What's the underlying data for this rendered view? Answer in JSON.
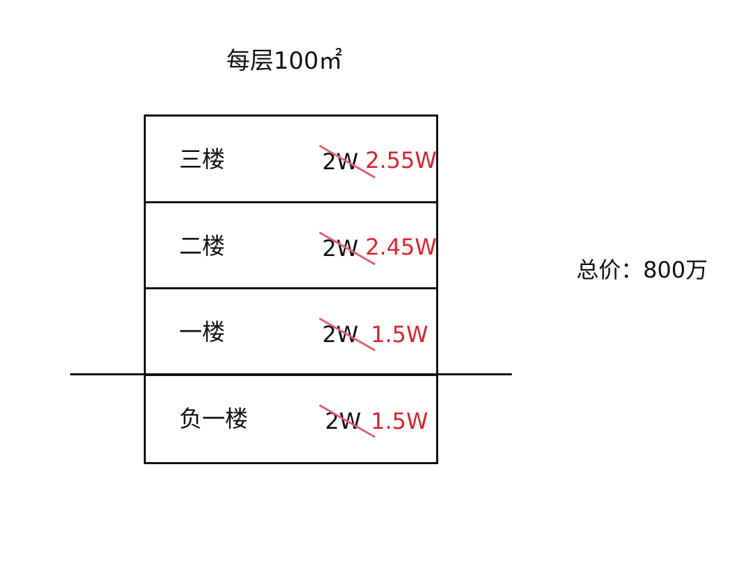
{
  "title": "每层100㎡",
  "total_label": "总价：800万",
  "accent_color": "#d9232e",
  "strike_color": "#e06070",
  "floors": [
    {
      "name": "三楼",
      "old_price": "2W",
      "new_price": "2.55W"
    },
    {
      "name": "二楼",
      "old_price": "2W",
      "new_price": "2.45W"
    },
    {
      "name": "一楼",
      "old_price": "2W",
      "new_price": "1.5W"
    },
    {
      "name": "负一楼",
      "old_price": "2W",
      "new_price": "1.5W"
    }
  ]
}
